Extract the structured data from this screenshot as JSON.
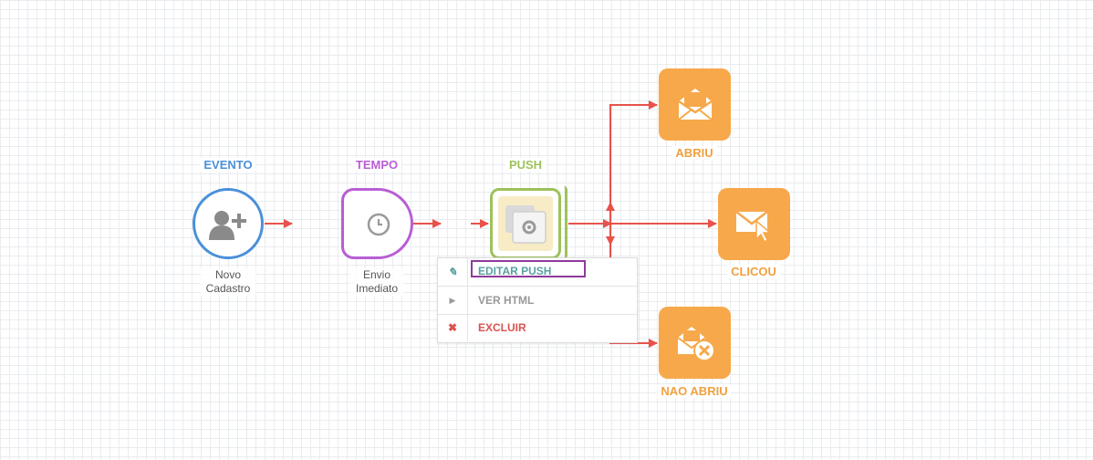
{
  "nodes": {
    "evento": {
      "title": "EVENTO",
      "subtitle_line1": "Novo",
      "subtitle_line2": "Cadastro",
      "color": "#4a90d9",
      "icon": "user-add-icon"
    },
    "tempo": {
      "title": "TEMPO",
      "subtitle_line1": "Envio",
      "subtitle_line2": "Imediato",
      "color": "#b85ed4",
      "icon": "clock-icon"
    },
    "push": {
      "title": "PUSH",
      "color": "#9cc25a",
      "icon": "gear-icon"
    },
    "abriu": {
      "title": "ABRIU",
      "color": "#f7a84b",
      "icon": "open-envelope-icon"
    },
    "clicou": {
      "title": "CLICOU",
      "color": "#f7a84b",
      "icon": "click-envelope-icon"
    },
    "nao_abriu": {
      "title": "NAO ABRIU",
      "color": "#f7a84b",
      "icon": "unopened-envelope-icon"
    }
  },
  "context_menu": {
    "items": [
      {
        "label": "EDITAR PUSH",
        "color": "#5aa0a0",
        "icon": "pencil-icon"
      },
      {
        "label": "VER HTML",
        "color": "#999999",
        "icon": "play-icon"
      },
      {
        "label": "EXCLUIR",
        "color": "#d9534f",
        "icon": "close-icon"
      }
    ]
  },
  "connector_color": "#e8524a"
}
